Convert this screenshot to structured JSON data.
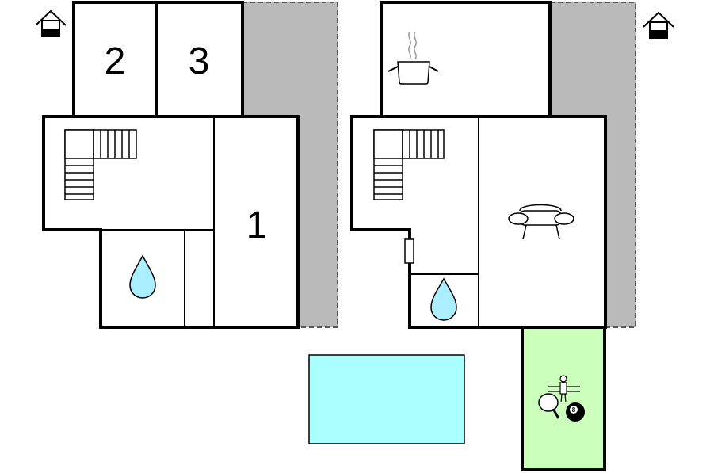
{
  "rooms": {
    "bedroom_a": "2",
    "bedroom_b": "3",
    "bedroom_c": "1"
  },
  "icons": [
    "house-entrance-icon",
    "staircase-icon",
    "bathroom-water-drop-icon",
    "cooking-pot-icon",
    "sofa-icon",
    "door-icon",
    "swimming-pool",
    "games-room-icon",
    "table-tennis-icon",
    "table-football-icon",
    "billiard-ball-icon"
  ],
  "billiard": {
    "number": "8"
  },
  "colors": {
    "wall": "#000000",
    "terrace_shade": "#b9b9b9",
    "pool": "#aaffff",
    "games_room": "#ccffbb",
    "water_drop": "#aaeeff"
  }
}
